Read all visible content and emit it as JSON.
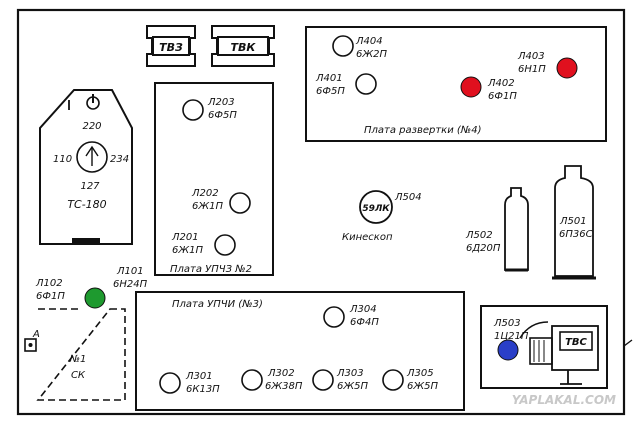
{
  "colors": {
    "line": "#111111",
    "red": "#e0101e",
    "green": "#1e9a2f",
    "blue": "#2a3fc8",
    "watermark": "#c8c8c8",
    "paper": "#ffffff"
  },
  "tvz": {
    "label": "ТВЗ"
  },
  "tvk": {
    "label": "ТВК"
  },
  "transformer": {
    "v220": "220",
    "v110": "110",
    "v234": "234",
    "v127": "127",
    "name": "ТС-180",
    "power_icon": "power-switch-icon",
    "selector_icon": "voltage-selector-icon"
  },
  "sweep_board": {
    "name": "Плата развертки (№4)",
    "tubes": [
      {
        "ref": "Л404",
        "type": "6Ж2П"
      },
      {
        "ref": "Л401",
        "type": "6Ф5П"
      },
      {
        "ref": "Л402",
        "type": "6Ф1П",
        "color": "red"
      },
      {
        "ref": "Л403",
        "type": "6Н1П",
        "color": "red"
      }
    ]
  },
  "upchz_board": {
    "name": "Плата УПЧЗ №2",
    "tubes": [
      {
        "ref": "Л203",
        "type": "6Ф5П"
      },
      {
        "ref": "Л202",
        "type": "6Ж1П"
      },
      {
        "ref": "Л201",
        "type": "6Ж1П"
      }
    ]
  },
  "kinescope": {
    "type": "59ЛК",
    "ref": "Л504",
    "caption": "Кинескоп"
  },
  "l502": {
    "ref": "Л502",
    "type": "6Д20П"
  },
  "l501": {
    "ref": "Л501",
    "type": "6П36С"
  },
  "l102": {
    "ref": "Л102",
    "type": "6Ф1П",
    "color": "green"
  },
  "l101": {
    "ref": "Л101",
    "type": "6Н24П"
  },
  "sk": {
    "terminal": "А",
    "line1": "№1",
    "line2": "СК"
  },
  "upchi_board": {
    "name": "Плата УПЧИ (№3)",
    "tubes": [
      {
        "ref": "Л304",
        "type": "6Ф4П"
      },
      {
        "ref": "Л301",
        "type": "6К13П"
      },
      {
        "ref": "Л302",
        "type": "6Ж38П"
      },
      {
        "ref": "Л303",
        "type": "6Ж5П"
      },
      {
        "ref": "Л305",
        "type": "6Ж5П"
      }
    ]
  },
  "tvs": {
    "label": "ТВС",
    "tube_ref": "Л503",
    "tube_type": "1Ц21П",
    "color": "blue"
  },
  "watermark": "YAPLAKAL.COM"
}
